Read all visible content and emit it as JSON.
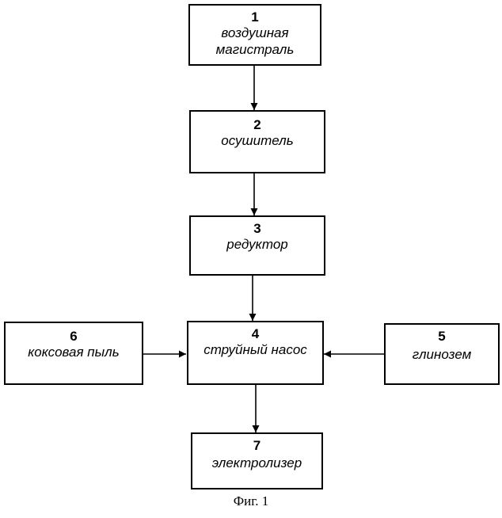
{
  "blocks": {
    "b1": {
      "number": "1",
      "label_line1": "воздушная",
      "label_line2": "магистраль"
    },
    "b2": {
      "number": "2",
      "label": "осушитель"
    },
    "b3": {
      "number": "3",
      "label": "редуктор"
    },
    "b4": {
      "number": "4",
      "label": "струйный насос"
    },
    "b5": {
      "number": "5",
      "label": "глинозем"
    },
    "b6": {
      "number": "6",
      "label": "коксовая пыль"
    },
    "b7": {
      "number": "7",
      "label": "электролизер"
    }
  },
  "caption": "Фиг. 1"
}
